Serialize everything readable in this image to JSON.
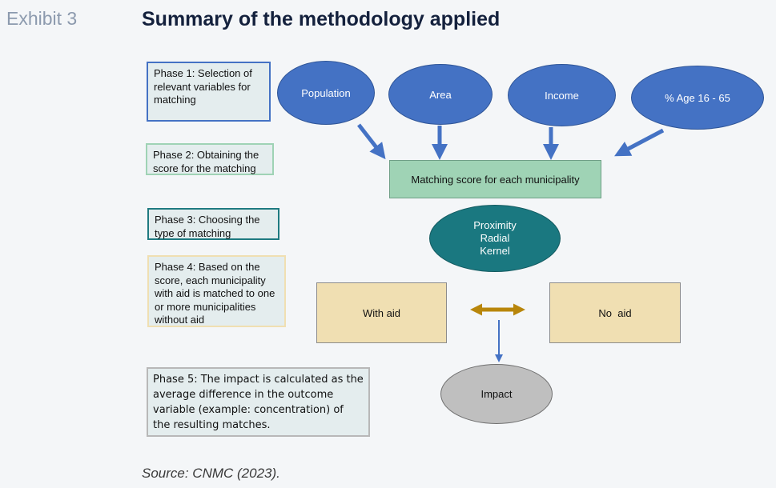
{
  "exhibit_label": "Exhibit 3",
  "title": "Summary of the methodology applied",
  "source": "Source: CNMC (2023).",
  "phases": [
    {
      "lines": [
        "Phase 1: Selection of",
        "relevant variables for",
        "matching"
      ]
    },
    {
      "lines": [
        "Phase 2: Obtaining the",
        "score for the matching"
      ]
    },
    {
      "lines": [
        "Phase 3: Choosing the",
        "type of matching"
      ]
    },
    {
      "lines": [
        "Phase 4: Based on the",
        "score, each municipality",
        "with aid is matched to one",
        "or more municipalities",
        "without aid"
      ]
    },
    {
      "lines": [
        "Phase 5: The impact is calculated as the",
        "average difference in the outcome",
        "variable (example: concentration) of",
        "the resulting matches."
      ]
    }
  ],
  "variables": [
    "Population",
    "Area",
    "Income",
    "% Age 16 - 65"
  ],
  "score_box": "Matching score for each municipality",
  "matching_types": [
    "Proximity",
    "Radial",
    "Kernel"
  ],
  "with_aid": "With aid",
  "no_aid": "No  aid",
  "impact": "Impact",
  "colors": {
    "variable_oval": "#4472c4",
    "score_box": "#9fd3b5",
    "matching_oval": "#1a7880",
    "aid_box": "#f0dfb2",
    "impact_oval": "#bfbfbf",
    "double_arrow": "#b8860b"
  }
}
